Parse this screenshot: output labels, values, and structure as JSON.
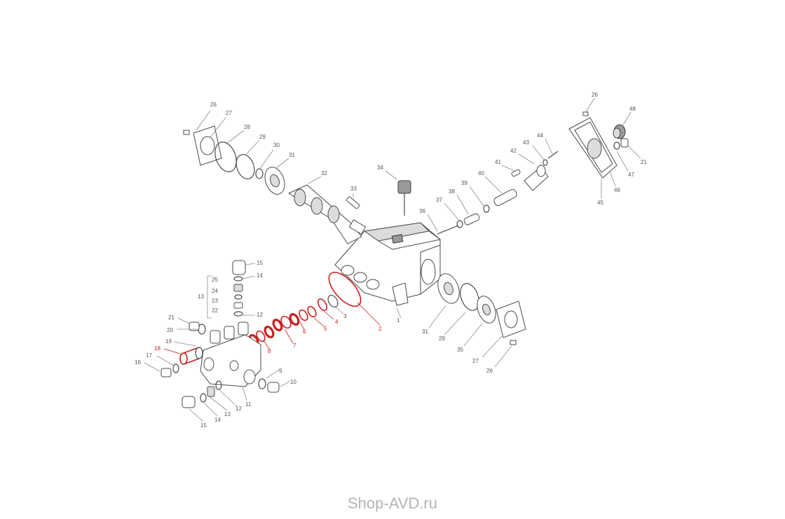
{
  "diagram": {
    "labels": {
      "l1": "1",
      "l2": "2",
      "l3": "3",
      "l4": "4",
      "l5": "5",
      "l6": "6",
      "l7": "7",
      "l8": "8",
      "l9": "9",
      "l10": "10",
      "l11": "11",
      "l12a": "12",
      "l12b": "12",
      "l13a": "13",
      "l13b": "13",
      "l14a": "14",
      "l14b": "14",
      "l15a": "15",
      "l15b": "15",
      "l16": "16",
      "l17": "17",
      "l18": "18",
      "l19": "19",
      "l20": "20",
      "l21a": "21",
      "l21b": "21",
      "l22": "22",
      "l23": "23",
      "l24": "24",
      "l25": "25",
      "l26a": "26",
      "l26b": "26",
      "l26c": "26",
      "l27a": "27",
      "l27b": "27",
      "l28": "28",
      "l29a": "29",
      "l29b": "29",
      "l30": "30",
      "l31a": "31",
      "l31b": "31",
      "l32": "32",
      "l33": "33",
      "l34": "34",
      "l35": "35",
      "l36": "36",
      "l37": "37",
      "l38": "38",
      "l39": "39",
      "l40": "40",
      "l41": "41",
      "l42": "42",
      "l43": "43",
      "l44": "44",
      "l45": "45",
      "l46": "46",
      "l47": "47",
      "l48": "48"
    },
    "highlight_color": "#c8201e",
    "watermark": "Shop-AVD.ru"
  }
}
